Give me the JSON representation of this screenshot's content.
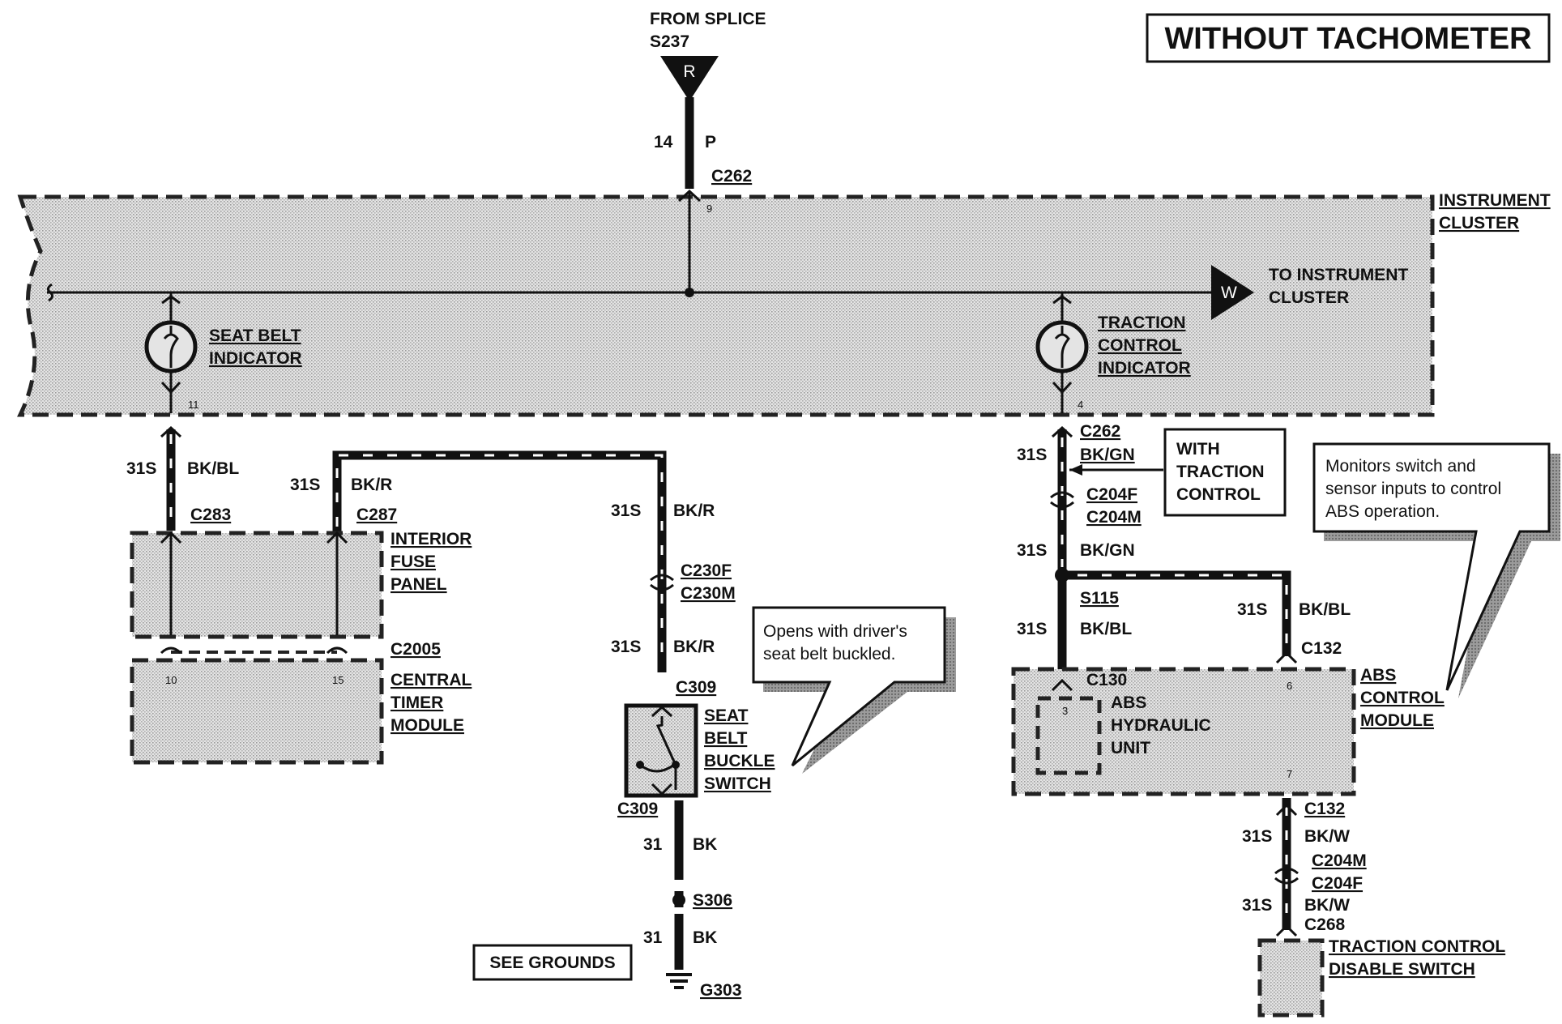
{
  "title": "WITHOUT TACHOMETER",
  "source": {
    "label_line1": "FROM SPLICE",
    "label_line2": "S237",
    "marker": "R",
    "circuit": "14",
    "color": "P",
    "connector": "C262",
    "pin": "9"
  },
  "instrument_cluster": {
    "label_line1": "INSTRUMENT",
    "label_line2": "CLUSTER",
    "exit_marker": "W",
    "exit_line1": "TO INSTRUMENT",
    "exit_line2": "CLUSTER",
    "seat_belt_indicator": {
      "line1": "SEAT BELT",
      "line2": "INDICATOR",
      "pin": "11"
    },
    "traction_indicator": {
      "line1": "TRACTION",
      "line2": "CONTROL",
      "line3": "INDICATOR",
      "pin": "4"
    }
  },
  "left_branch": {
    "wire1": {
      "circuit": "31S",
      "color": "BK/BL",
      "connector": "C283"
    },
    "wire2": {
      "circuit": "31S",
      "color": "BK/R",
      "connector": "C287"
    },
    "fuse_panel": {
      "line1": "INTERIOR",
      "line2": "FUSE",
      "line3": "PANEL"
    },
    "c2005": "C2005",
    "timer_module": {
      "line1": "CENTRAL",
      "line2": "TIMER",
      "line3": "MODULE",
      "pin_a": "10",
      "pin_b": "15"
    }
  },
  "buckle_branch": {
    "wire_a": {
      "circuit": "31S",
      "color": "BK/R"
    },
    "c230f": "C230F",
    "c230m": "C230M",
    "wire_b": {
      "circuit": "31S",
      "color": "BK/R"
    },
    "c309_top": "C309",
    "switch": {
      "line1": "SEAT",
      "line2": "BELT",
      "line3": "BUCKLE",
      "line4": "SWITCH"
    },
    "c309_bottom": "C309",
    "wire_c": {
      "circuit": "31",
      "color": "BK"
    },
    "splice": "S306",
    "wire_d": {
      "circuit": "31",
      "color": "BK"
    },
    "ground": "G303",
    "see_grounds": "SEE GROUNDS",
    "callout_line1": "Opens with driver's",
    "callout_line2": "seat belt buckled."
  },
  "right_branch": {
    "c262_lower": "C262",
    "wire1": {
      "circuit": "31S",
      "color": "BK/GN"
    },
    "with_tc_line1": "WITH",
    "with_tc_line2": "TRACTION",
    "with_tc_line3": "CONTROL",
    "c204f": "C204F",
    "c204m": "C204M",
    "wire2": {
      "circuit": "31S",
      "color": "BK/GN"
    },
    "splice": "S115",
    "wire3": {
      "circuit": "31S",
      "color": "BK/BL"
    },
    "wire4": {
      "circuit": "31S",
      "color": "BK/BL"
    },
    "c132_top": "C132",
    "c130": "C130",
    "hydraulic": {
      "line1": "ABS",
      "line2": "HYDRAULIC",
      "line3": "UNIT",
      "pin": "3"
    },
    "module": {
      "line1": "ABS",
      "line2": "CONTROL",
      "line3": "MODULE",
      "pin_in": "6",
      "pin_out": "7"
    },
    "callout_line1": "Monitors switch and",
    "callout_line2": "sensor inputs to control",
    "callout_line3": "ABS operation.",
    "c132_bottom": "C132",
    "wire5": {
      "circuit": "31S",
      "color": "BK/W"
    },
    "c204m_lower": "C204M",
    "c204f_lower": "C204F",
    "wire6": {
      "circuit": "31S",
      "color": "BK/W"
    },
    "c268": "C268",
    "tc_switch_line1": "TRACTION CONTROL",
    "tc_switch_line2": "DISABLE SWITCH"
  }
}
